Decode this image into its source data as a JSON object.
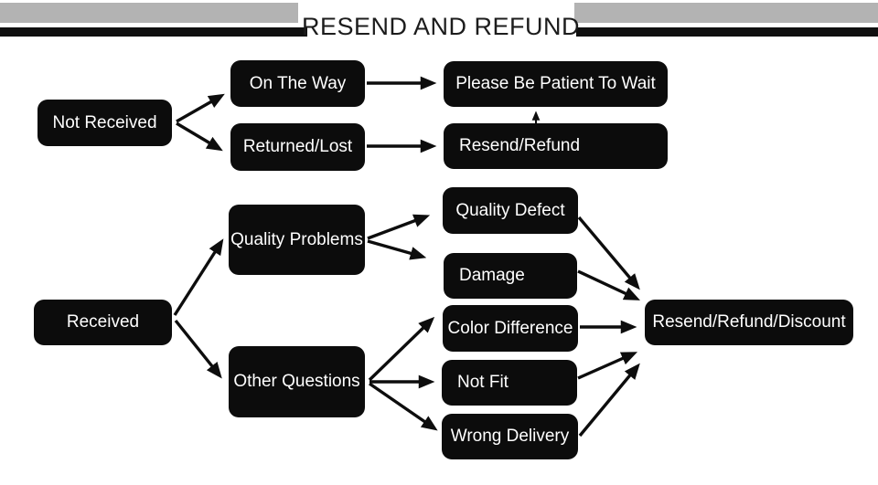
{
  "title": "RESEND AND REFUND",
  "colors": {
    "box_fill": "#0c0c0c",
    "box_text": "#ffffff",
    "header_bar_gray": "#b3b3b3",
    "header_bar_black": "#101010",
    "title_text": "#1c1c1c",
    "arrow": "#0d0d0d",
    "background": "#ffffff"
  },
  "nodes": {
    "not_received": {
      "label": "Not Received"
    },
    "on_the_way": {
      "label": "On The Way"
    },
    "returned_lost": {
      "label": "Returned/Lost"
    },
    "please_be_patient_to_wait": {
      "label": "Please Be Patient To Wait"
    },
    "resend_refund": {
      "label": "Resend/Refund"
    },
    "received": {
      "label": "Received"
    },
    "quality_problems": {
      "label": "Quality Problems"
    },
    "other_questions": {
      "label": "Other Questions"
    },
    "quality_defect": {
      "label": "Quality Defect"
    },
    "damage": {
      "label": "Damage"
    },
    "color_difference": {
      "label": "Color Difference"
    },
    "not_fit": {
      "label": "Not Fit"
    },
    "wrong_delivery": {
      "label": "Wrong Delivery"
    },
    "resend_refund_discount": {
      "label": "Resend/Refund/Discount"
    }
  },
  "edges": [
    {
      "from": "not_received",
      "to": "on_the_way"
    },
    {
      "from": "not_received",
      "to": "returned_lost"
    },
    {
      "from": "on_the_way",
      "to": "please_be_patient_to_wait"
    },
    {
      "from": "returned_lost",
      "to": "resend_refund"
    },
    {
      "from": "resend_refund",
      "to": "please_be_patient_to_wait"
    },
    {
      "from": "received",
      "to": "quality_problems"
    },
    {
      "from": "received",
      "to": "other_questions"
    },
    {
      "from": "quality_problems",
      "to": "quality_defect"
    },
    {
      "from": "quality_problems",
      "to": "damage"
    },
    {
      "from": "other_questions",
      "to": "color_difference"
    },
    {
      "from": "other_questions",
      "to": "not_fit"
    },
    {
      "from": "other_questions",
      "to": "wrong_delivery"
    },
    {
      "from": "quality_defect",
      "to": "resend_refund_discount"
    },
    {
      "from": "damage",
      "to": "resend_refund_discount"
    },
    {
      "from": "color_difference",
      "to": "resend_refund_discount"
    },
    {
      "from": "not_fit",
      "to": "resend_refund_discount"
    },
    {
      "from": "wrong_delivery",
      "to": "resend_refund_discount"
    }
  ]
}
